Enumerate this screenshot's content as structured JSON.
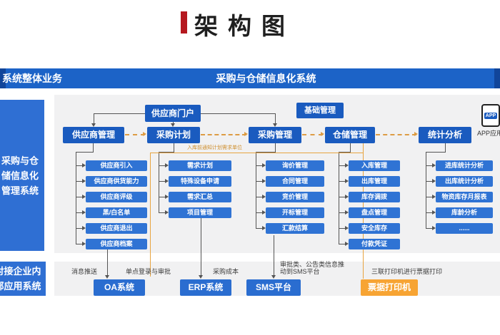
{
  "title": "架构图",
  "header": {
    "left": "系统整体业务",
    "center": "采购与仓储信息化系统"
  },
  "sidebar": {
    "top_label": "采购与仓储信息化管理系统",
    "bottom_label": "对接企业内部应用系统"
  },
  "portal_label": "供应商门户",
  "base_label": "基础管理",
  "app": {
    "icon_text": "APP",
    "label": "APP应用"
  },
  "annotation": "入库前通知计划需求单位",
  "columns": [
    {
      "module": "供应商管理",
      "items": [
        "供应商引入",
        "供应商供货能力",
        "供应商评级",
        "黑/白名单",
        "供应商退出",
        "供应商档案"
      ]
    },
    {
      "module": "采购计划",
      "items": [
        "需求计划",
        "特殊设备申请",
        "需求汇总",
        "项目管理"
      ]
    },
    {
      "module": "采购管理",
      "items": [
        "询价管理",
        "合同管理",
        "竞价管理",
        "开标管理",
        "汇款结算"
      ]
    },
    {
      "module": "仓储管理",
      "items": [
        "入库管理",
        "出库管理",
        "库存调拨",
        "盘点管理",
        "安全库存",
        "付款凭证"
      ]
    },
    {
      "module": "统计分析",
      "items": [
        "进库统计分析",
        "出库统计分析",
        "物资库存月报表",
        "库龄分析",
        "......"
      ]
    }
  ],
  "bottom": {
    "flow_labels": [
      "消息推送",
      "单点登录与审批",
      "采购成本",
      "审批类、公告类信息推动到SMS平台",
      "三联打印机进行票据打印"
    ],
    "systems": [
      {
        "name": "OA系统"
      },
      {
        "name": "ERP系统"
      },
      {
        "name": "SMS平台"
      },
      {
        "name": "票据打印机",
        "highlight": true
      }
    ]
  },
  "colors": {
    "header_blue": "#1c63c7",
    "module_blue": "#1a5bbf",
    "item_blue": "#2f73d4",
    "sidebar_blue": "#2f6fd3",
    "system_blue": "#2a6dd0",
    "highlight_orange": "#f7a433",
    "line_orange": "#e8a440",
    "title_red": "#b5181f"
  }
}
